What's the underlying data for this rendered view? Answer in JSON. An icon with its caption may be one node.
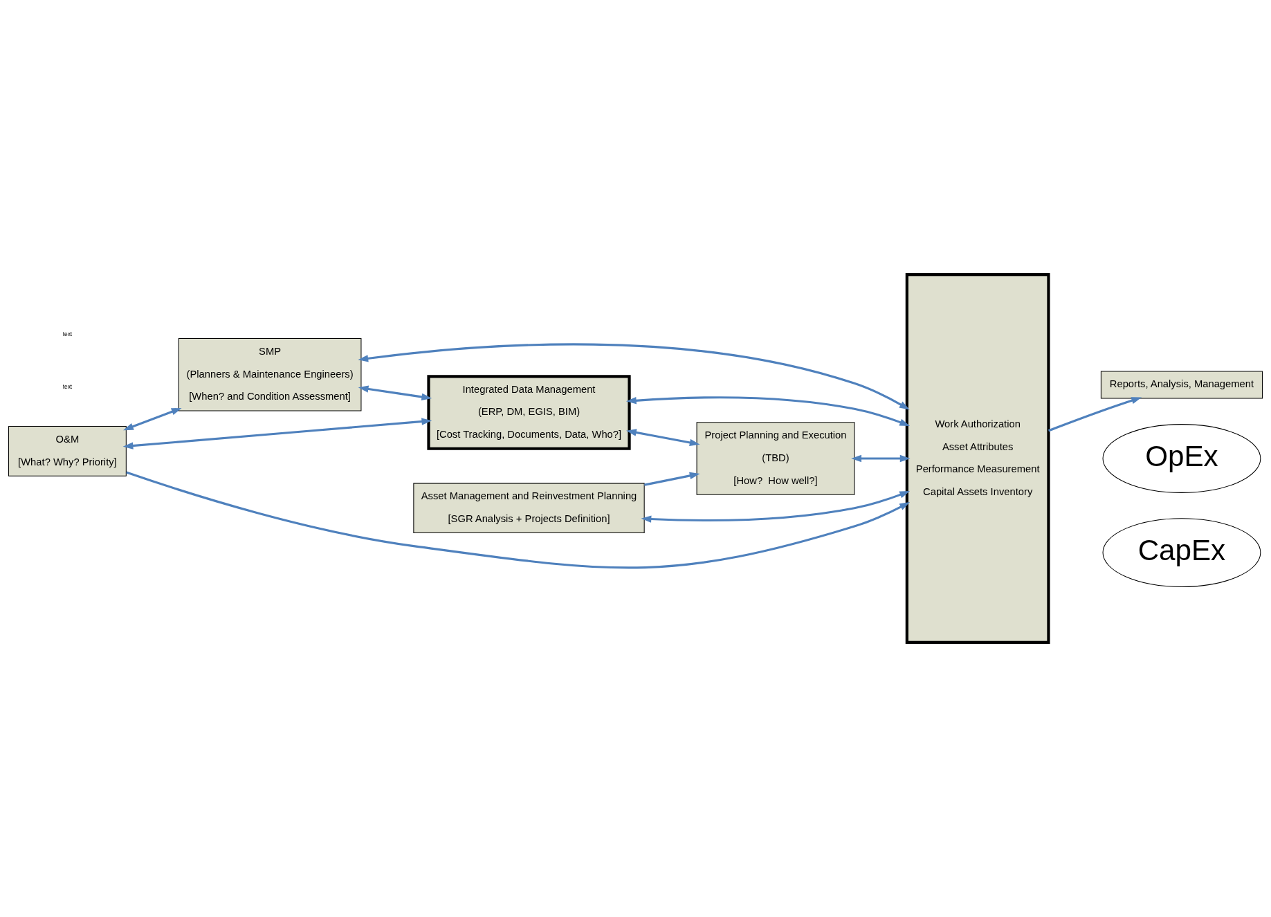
{
  "diagram": {
    "nodes": [
      {
        "text": [
          "O&M",
          "[What? Why? Priority]"
        ]
      },
      {
        "text": [
          "SMP",
          "(Planners & Maintenance Engineers)",
          "[When? and Condition Assessment]"
        ]
      },
      {
        "text": [
          "Work Authorization",
          "Asset Attributes",
          "Performance Measurement",
          "Capital Assets Inventory"
        ]
      },
      {
        "text": [
          "Integrated Data Management",
          "(ERP, DM, EGIS, BIM)",
          "[Cost Tracking, Documents, Data, Who?]"
        ]
      },
      {
        "text": [
          "Reports, Analysis, Management"
        ]
      },
      {
        "text": [
          "Project Planning and Execution",
          "(TBD)",
          "[How?  How well?]"
        ]
      },
      {
        "text": [
          "Asset Management and Reinvestment Planning",
          "[SGR Analysis + Projects Definition]"
        ]
      },
      {
        "text": [
          "OpEx"
        ]
      },
      {
        "text": [
          "CapEx"
        ]
      }
    ],
    "edges": [
      {
        "from": 0,
        "to": 2,
        "arrow": "to"
      },
      {
        "from": 0,
        "to": 1,
        "arrow": "both"
      },
      {
        "from": 0,
        "to": 3,
        "arrow": "both"
      },
      {
        "from": 1,
        "to": 2,
        "arrow": "both"
      },
      {
        "from": 1,
        "to": 3,
        "arrow": "both"
      },
      {
        "from": 3,
        "to": 2,
        "arrow": "both"
      },
      {
        "from": 2,
        "to": 4,
        "arrow": "to"
      },
      {
        "from": 3,
        "to": 5,
        "arrow": "both"
      },
      {
        "from": 5,
        "to": 2,
        "arrow": "both"
      },
      {
        "from": 6,
        "to": 5,
        "arrow": "to"
      },
      {
        "from": 6,
        "to": 2,
        "arrow": "both"
      }
    ],
    "labels": [
      "text",
      "text"
    ]
  }
}
